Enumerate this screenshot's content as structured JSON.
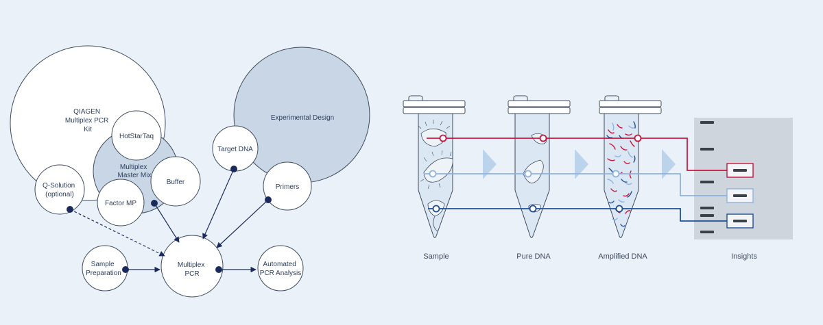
{
  "colors": {
    "background": "#eaf1f8",
    "navy": "#1a2a5c",
    "circle_fill": "#ffffff",
    "circle_fill_dark": "#c9d6e5",
    "stroke": "#3d4a5e",
    "red": "#c8143c",
    "light_blue": "#8fb2de",
    "dark_blue": "#1f4f96",
    "arrow_chevron": "#bcd3ec",
    "gel_panel": "#cfd5dc",
    "band": "#3a3f48"
  },
  "venn": {
    "kit": [
      "QIAGEN",
      "Multiplex PCR",
      "Kit"
    ],
    "hotstartaq": "HotStarTaq",
    "master_mix": [
      "Multiplex",
      "Master Mix"
    ],
    "buffer": "Buffer",
    "factor_mp": "Factor MP",
    "q_solution": [
      "Q-Solution",
      "(optional)"
    ],
    "experimental_design": "Experimental Design",
    "target_dna": "Target DNA",
    "primers": "Primers",
    "sample_prep": [
      "Sample",
      "Preparation"
    ],
    "multiplex_pcr": [
      "Multiplex",
      "PCR"
    ],
    "automated": [
      "Automated",
      "PCR Analysis"
    ]
  },
  "workflow": {
    "steps": [
      "Sample",
      "Pure DNA",
      "Amplified DNA",
      "Insights"
    ]
  }
}
